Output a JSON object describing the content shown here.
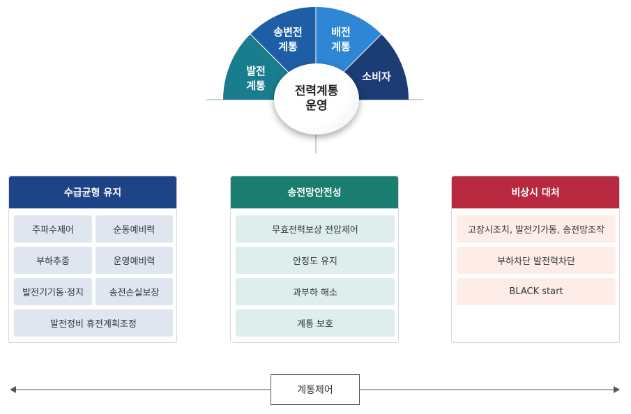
{
  "center": {
    "line1": "전력계통",
    "line2": "운영"
  },
  "segments": [
    {
      "line1": "발전",
      "line2": "계통",
      "color": "#1a7d8e"
    },
    {
      "line1": "송변전",
      "line2": "계통",
      "color": "#1e5ea6"
    },
    {
      "line1": "배전",
      "line2": "계통",
      "color": "#2e86d4"
    },
    {
      "line1": "소비자",
      "line2": "",
      "color": "#1b3c74"
    }
  ],
  "panels": [
    {
      "title": "수급균형 유지",
      "color": "#1d4487",
      "items": [
        "주파수제어",
        "순동예비력",
        "부하추종",
        "운영예비력",
        "발전기기동·정지",
        "송전손실보장",
        "발전정비 휴전계획조정"
      ]
    },
    {
      "title": "송전망안전성",
      "color": "#1a7d6f",
      "items": [
        "무효전력보상 전압제어",
        "안정도 유지",
        "과부하 해소",
        "계통 보호"
      ]
    },
    {
      "title": "비상시 대처",
      "color": "#b8283f",
      "items": [
        "고장시조치, 발전기가동, 송전망조작",
        "부하차단 발전력차단",
        "BLACK start"
      ]
    }
  ],
  "bottom": {
    "label": "계통제어"
  }
}
